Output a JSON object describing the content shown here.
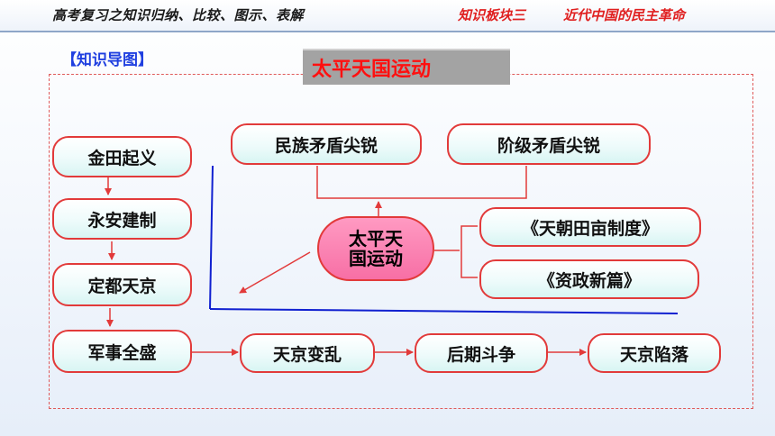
{
  "header": {
    "left_text": "高考复习之知识归纳、比较、图示、表解",
    "module": "知识板块三",
    "topic": "近代中国的民主革命"
  },
  "section_tag": "【知识导图】",
  "title": "太平天国运动",
  "nodes": {
    "jintian": "金田起义",
    "yongan": "永安建制",
    "dingdu": "定都天京",
    "junshi": "军事全盛",
    "bianluan": "天京变乱",
    "houqi": "后期斗争",
    "xianluo": "天京陷落",
    "minzu": "民族矛盾尖锐",
    "jieji": "阶级矛盾尖锐",
    "center_line1": "太平天",
    "center_line2": "国运动",
    "tianchao": "《天朝田亩制度》",
    "zizheng": "《资政新篇》"
  },
  "colors": {
    "node_border": "#e23a3a",
    "arrow": "#e23a3a",
    "axis": "#1020d0",
    "title_text": "#ff1010",
    "center_fill": "#f76fa5"
  }
}
